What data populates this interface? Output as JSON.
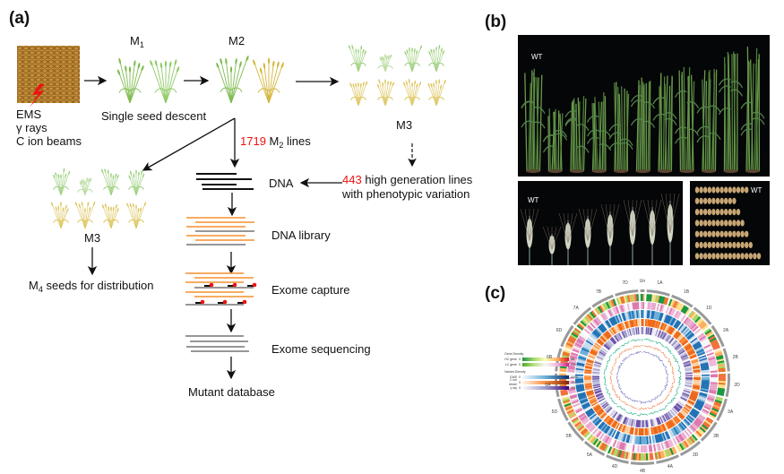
{
  "panel_a": {
    "label": "(a)",
    "mutagens": [
      "EMS",
      "γ rays",
      "C ion beams"
    ],
    "m1_label": "M",
    "m1_sub": "1",
    "m2_label": "M2",
    "m3_label": "M3",
    "single_seed_descent": "Single seed descent",
    "m2_lines_count": "1719",
    "m2_lines_text_a": " M",
    "m2_lines_sub": "2",
    "m2_lines_text_b": " lines",
    "high_gen_count": "443",
    "high_gen_text": " high generation lines",
    "high_gen_text2": "with phenotypic variation",
    "m3_left_label": "M3",
    "m4_label": "M",
    "m4_sub": "4",
    "m4_text": " seeds for distribution",
    "steps": [
      "DNA",
      "DNA library",
      "Exome capture",
      "Exome sequencing"
    ],
    "final": "Mutant database"
  },
  "panel_b": {
    "label": "(b)",
    "wt_plants": "WT",
    "wt_spikes": "WT",
    "wt_seeds": "WT"
  },
  "panel_c": {
    "label": "(c)",
    "chromosomes": [
      "Un",
      "1A",
      "1B",
      "1D",
      "2A",
      "2B",
      "2D",
      "3A",
      "3B",
      "3D",
      "4A",
      "4B",
      "4D",
      "5A",
      "5B",
      "5D",
      "6A",
      "6B",
      "6D",
      "7A",
      "7B",
      "7D"
    ],
    "legend": {
      "gene_title": "Gene Density",
      "rows_gene": [
        {
          "name": "HC gene",
          "min": "0",
          "max": "58"
        },
        {
          "name": "LC gene",
          "min": "0",
          "max": "123"
        }
      ],
      "variant_title": "Variant Density",
      "rows_variant": [
        {
          "name": "EMS",
          "min": "0",
          "max": "4404"
        },
        {
          "name": "C ion beam",
          "min": "0",
          "max": "150"
        },
        {
          "name": "γ ray",
          "min": "0",
          "max": "401"
        }
      ]
    },
    "colors": {
      "hc_gene": "#e8772a",
      "lc_gene": "#d94fa3",
      "ems": "#1f6fb4",
      "c_ion": "#e8651a",
      "gamma": "#6a4ea8",
      "green_track": "#2bb58a"
    }
  },
  "colors": {
    "highlight": "#ee1111",
    "library_orange": "#f5a04b",
    "grey_strand": "#888888"
  }
}
